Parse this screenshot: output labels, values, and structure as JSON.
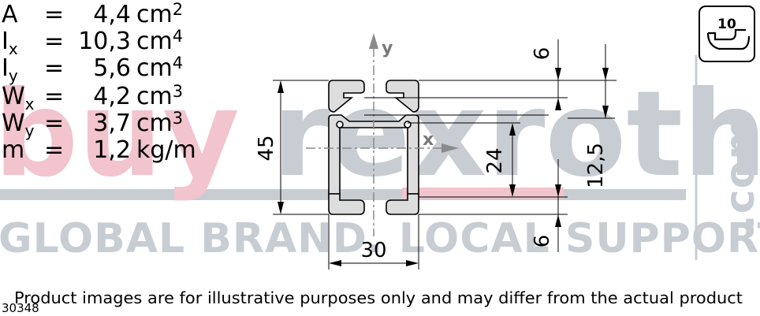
{
  "watermark": {
    "brand_prefix": "buy",
    "brand_name": "rexroth",
    "domain_suffix": ".com",
    "slogan": "GLOBAL BRAND. LOCAL SUPPORT."
  },
  "properties": [
    {
      "symbol": "A",
      "sub": "",
      "eq": "=",
      "value": "4,4",
      "unit": "cm",
      "exp": "2"
    },
    {
      "symbol": "I",
      "sub": "x",
      "eq": "=",
      "value": "10,3",
      "unit": "cm",
      "exp": "4"
    },
    {
      "symbol": "I",
      "sub": "y",
      "eq": "=",
      "value": "5,6",
      "unit": "cm",
      "exp": "4"
    },
    {
      "symbol": "W",
      "sub": "x",
      "eq": "=",
      "value": "4,2",
      "unit": "cm",
      "exp": "3"
    },
    {
      "symbol": "W",
      "sub": "y",
      "eq": "=",
      "value": "3,7",
      "unit": "cm",
      "exp": "3"
    },
    {
      "symbol": "m",
      "sub": "",
      "eq": "=",
      "value": "1,2",
      "unit": "kg/m",
      "exp": ""
    }
  ],
  "axes": {
    "x": "x",
    "y": "y"
  },
  "dimensions": {
    "height": "45",
    "width": "30",
    "inner": "24",
    "half": "12,5",
    "top": "6",
    "bottom": "6"
  },
  "badge": {
    "slot": "10"
  },
  "colors": {
    "watermark_gray": "#c8cdd3",
    "watermark_pink": "#f2c4cd",
    "profile_fill": "#dddddd",
    "axis_gray": "#8a8a8a"
  },
  "footer": {
    "part_number": "30348",
    "disclaimer": "Product images are for illustrative purposes only and may differ from the actual product"
  }
}
